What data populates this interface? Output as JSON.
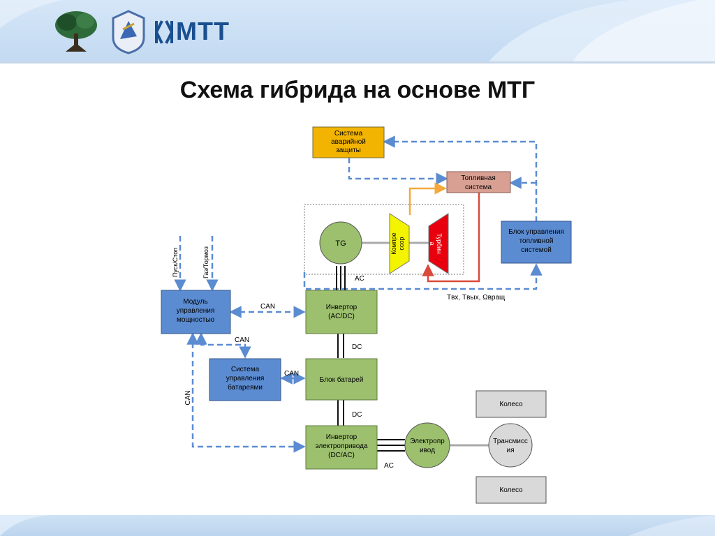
{
  "header": {
    "brand": "МТТ",
    "logos": [
      "tree-logo",
      "university-emblem",
      "mtt-logo"
    ]
  },
  "slide": {
    "title": "Схема гибрида на основе МТГ"
  },
  "diagram": {
    "blocks": {
      "emergency": [
        "Система",
        "аварийной",
        "защиты"
      ],
      "fuel_system": [
        "Топливная",
        "система"
      ],
      "fuel_control": [
        "Блок управления",
        "топливной",
        "системой"
      ],
      "tg": "TG",
      "compressor": [
        "Компре",
        "ссор"
      ],
      "turbine": [
        "Турбин",
        "а"
      ],
      "power_module": [
        "Модуль",
        "управления",
        "мощностью"
      ],
      "inverter1": [
        "Инвертор",
        "(AC/DC)"
      ],
      "bms": [
        "Система",
        "управления",
        "батареями"
      ],
      "battery": "Блок батарей",
      "inverter2": [
        "Инвертор",
        "электропривода",
        "(DC/AC)"
      ],
      "motor": [
        "Электропр",
        "ивод"
      ],
      "transmission": [
        "Трансмисс",
        "ия"
      ],
      "wheel_top": "Колесо",
      "wheel_bottom": "Колесо"
    },
    "labels": {
      "start_stop": "Пуск/Стоп",
      "gas_brake": "Газ/Тормоз",
      "ac_top": "AC",
      "can1": "CAN",
      "can2": "CAN",
      "can3": "CAN",
      "can_vertical": "CAN",
      "dc1": "DC",
      "dc2": "DC",
      "ac_bottom": "AC",
      "sensors": "Tвх, Tвых, Ωвращ"
    },
    "colors": {
      "yellow_block": "#f2b400",
      "salmon_block": "#d8a093",
      "blue_block": "#5b8cd2",
      "green_block": "#9cc06e",
      "gray_block": "#d9d9d9",
      "compressor": "#f4f400",
      "turbine": "#e8000f",
      "dashed_arrow": "#5b8cd2",
      "fuel_line": "#f5a93a",
      "exhaust_line": "#d94a3a"
    }
  }
}
